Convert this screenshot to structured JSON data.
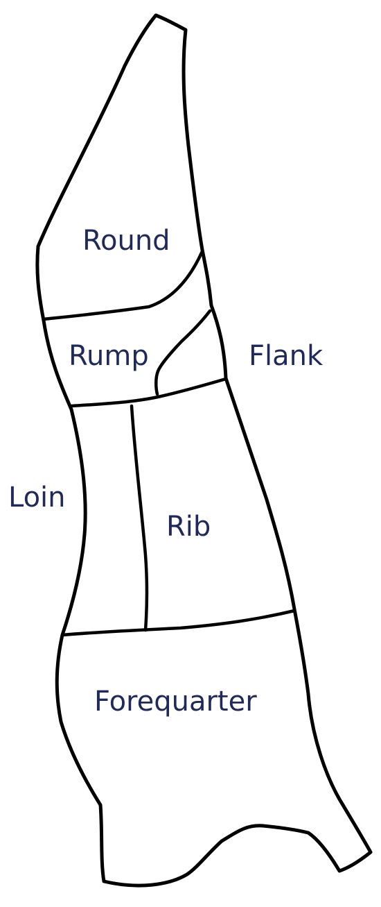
{
  "diagram": {
    "labels": {
      "round": "Round",
      "rump": "Rump",
      "flank": "Flank",
      "loin": "Loin",
      "rib": "Rib",
      "forequarter": "Forequarter"
    },
    "colors": {
      "stroke": "#000000",
      "label": "#1f2a5a",
      "background": "#ffffff"
    }
  }
}
